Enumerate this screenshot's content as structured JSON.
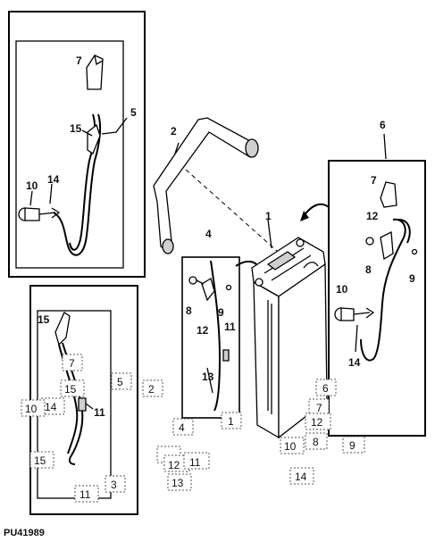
{
  "figure_id": "PU41989",
  "top_left_inset": {
    "labels": [
      "7",
      "5",
      "15",
      "10",
      "14"
    ]
  },
  "bottom_left_inset": {
    "labels": [
      "15",
      "7",
      "5",
      "15",
      "14",
      "11",
      "10",
      "15",
      "11",
      "3"
    ]
  },
  "holddown": {
    "label": "2"
  },
  "center_inset": {
    "labels": [
      "4",
      "8",
      "9",
      "12",
      "11",
      "13",
      "4",
      "1"
    ]
  },
  "battery": {
    "label": "1"
  },
  "right_inset": {
    "labels": [
      "6",
      "7",
      "12",
      "8",
      "9",
      "10",
      "14"
    ]
  },
  "loose_tags": [
    "2",
    "6",
    "7",
    "12",
    "8",
    "9",
    "10",
    "14",
    "12",
    "11",
    "13"
  ]
}
